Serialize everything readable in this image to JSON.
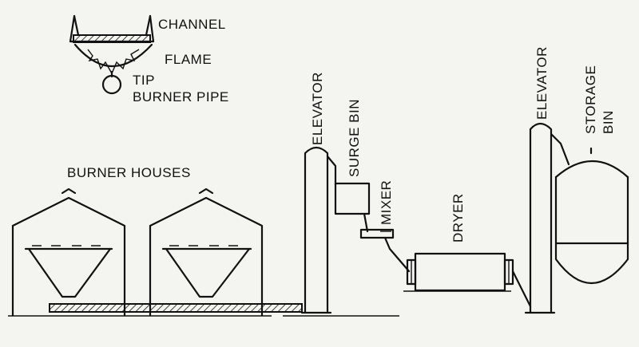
{
  "labels": {
    "channel": "CHANNEL",
    "flame": "FLAME",
    "tip": "TIP",
    "burner_pipe": "BURNER PIPE",
    "burner_houses": "BURNER HOUSES",
    "elevator_1": "ELEVATOR",
    "surge_bin": "SURGE BIN",
    "mixer": "MIXER",
    "dryer": "DRYER",
    "elevator_2": "ELEVATOR",
    "storage": "STORAGE",
    "bin": "BIN"
  }
}
